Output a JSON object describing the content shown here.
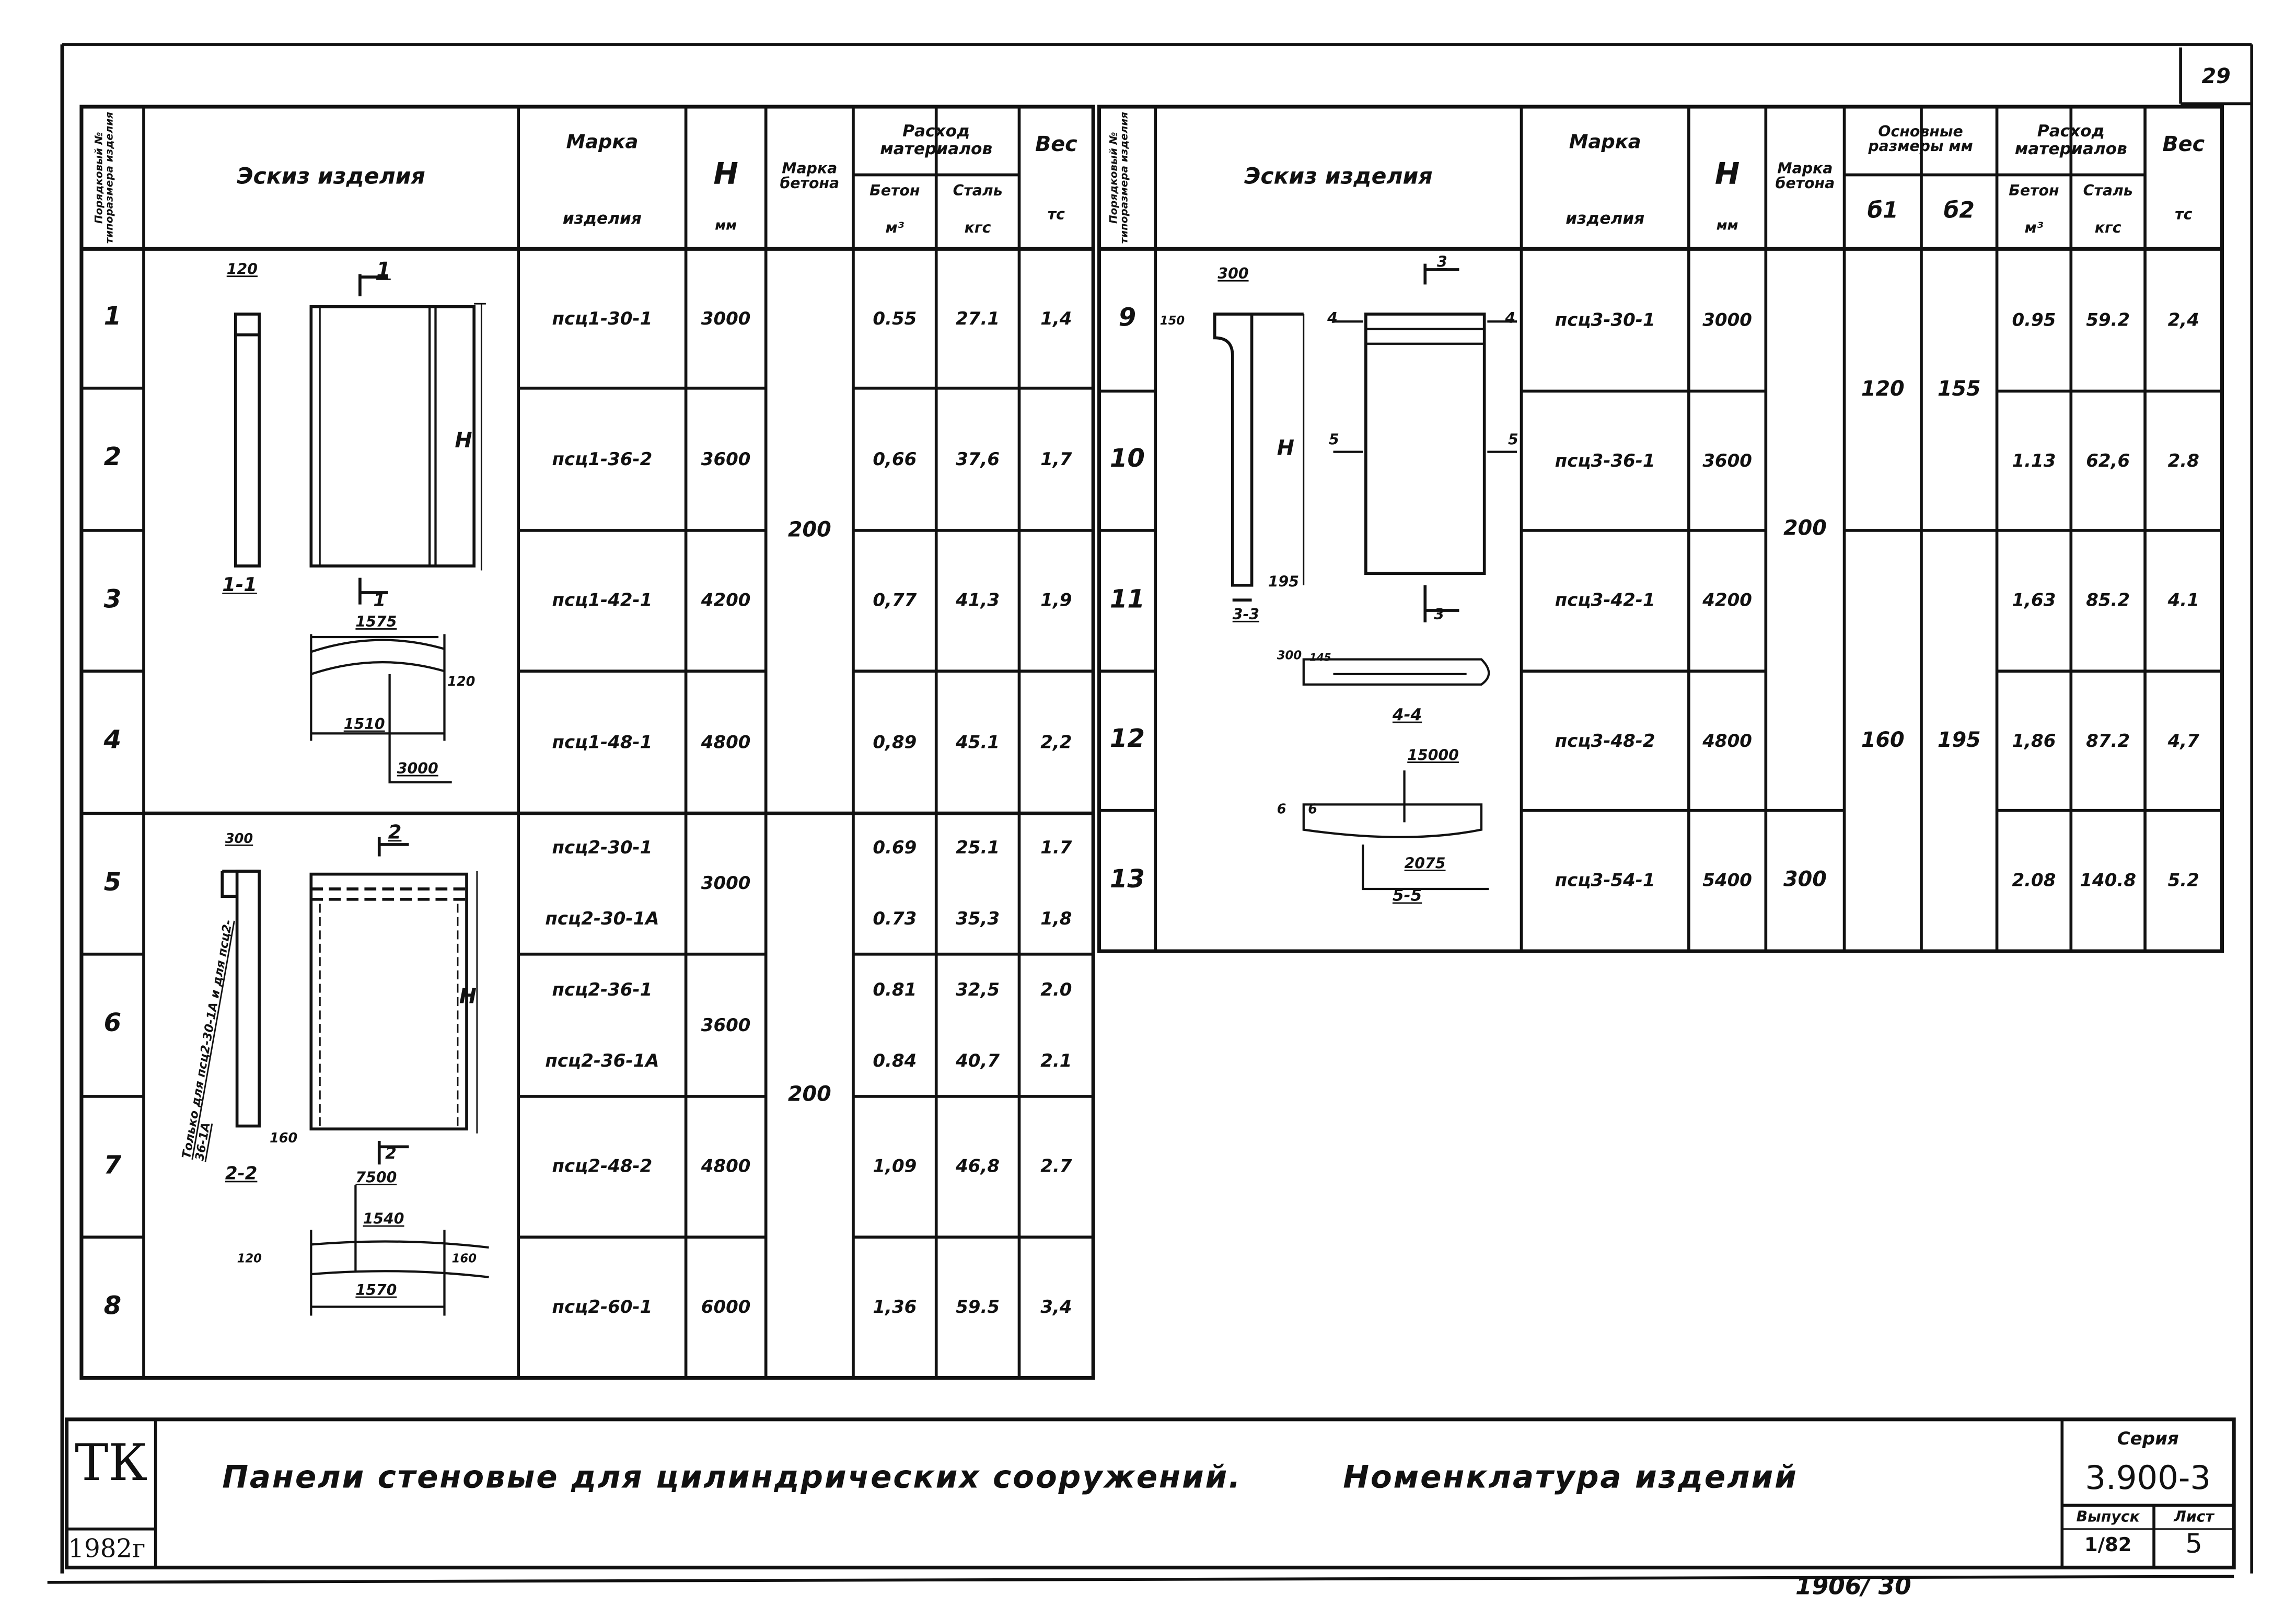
{
  "page_number": "29",
  "left_table": {
    "headers": {
      "seq_no": "Порядковый № типоразмера изделия",
      "sketch": "Эскиз изделия",
      "mark_top": "Марка",
      "mark_bottom": "изделия",
      "h": "H",
      "h_unit": "мм",
      "concrete_grade": "Марка бетона",
      "consumption": "Расход материалов",
      "concrete": "Бетон",
      "concrete_unit": "м³",
      "steel": "Сталь",
      "steel_unit": "кгс",
      "weight": "Вес",
      "weight_unit": "тс"
    },
    "rows": [
      {
        "no": "1",
        "mark": [
          "псц1-30-1"
        ],
        "h": "3000",
        "concrete": [
          "0.55"
        ],
        "steel": [
          "27.1"
        ],
        "weight": [
          "1,4"
        ]
      },
      {
        "no": "2",
        "mark": [
          "псц1-36-2"
        ],
        "h": "3600",
        "concrete": [
          "0,66"
        ],
        "steel": [
          "37,6"
        ],
        "weight": [
          "1,7"
        ]
      },
      {
        "no": "3",
        "mark": [
          "псц1-42-1"
        ],
        "h": "4200",
        "concrete": [
          "0,77"
        ],
        "steel": [
          "41,3"
        ],
        "weight": [
          "1,9"
        ]
      },
      {
        "no": "4",
        "mark": [
          "псц1-48-1"
        ],
        "h": "4800",
        "concrete": [
          "0,89"
        ],
        "steel": [
          "45.1"
        ],
        "weight": [
          "2,2"
        ]
      },
      {
        "no": "5",
        "mark": [
          "псц2-30-1",
          "псц2-30-1А"
        ],
        "h": "3000",
        "concrete": [
          "0.69",
          "0.73"
        ],
        "steel": [
          "25.1",
          "35,3"
        ],
        "weight": [
          "1.7",
          "1,8"
        ]
      },
      {
        "no": "6",
        "mark": [
          "псц2-36-1",
          "псц2-36-1А"
        ],
        "h": "3600",
        "concrete": [
          "0.81",
          "0.84"
        ],
        "steel": [
          "32,5",
          "40,7"
        ],
        "weight": [
          "2.0",
          "2.1"
        ]
      },
      {
        "no": "7",
        "mark": [
          "псц2-48-2"
        ],
        "h": "4800",
        "concrete": [
          "1,09"
        ],
        "steel": [
          "46,8"
        ],
        "weight": [
          "2.7"
        ]
      },
      {
        "no": "8",
        "mark": [
          "псц2-60-1"
        ],
        "h": "6000",
        "concrete": [
          "1,36"
        ],
        "steel": [
          "59.5"
        ],
        "weight": [
          "3,4"
        ]
      }
    ],
    "grade_groups": [
      "200",
      "200"
    ],
    "sketch1_labels": {
      "w": "120",
      "sec": "1",
      "sec_bottom": "1",
      "section": "1-1",
      "h": "H",
      "arc_top": "1575",
      "arc_bottom": "1510",
      "arc_t": "120",
      "radius": "3000"
    },
    "sketch2_labels": {
      "w": "300",
      "sec": "2",
      "sec_bottom": "2",
      "section": "2-2",
      "h": "H",
      "t": "160",
      "radius": "7500",
      "arc_top": "1540",
      "arc_bottom": "1570",
      "left_t": "120",
      "right_t": "160",
      "note": "Только для псц2-30-1А и для псц2-36-1А"
    }
  },
  "right_table": {
    "headers": {
      "seq_no": "Порядковый № типоразмера изделия",
      "sketch": "Эскиз изделия",
      "mark_top": "Марка",
      "mark_bottom": "изделия",
      "h": "H",
      "h_unit": "мм",
      "concrete_grade": "Марка бетона",
      "dims": "Основные размеры мм",
      "b1": "б1",
      "b2": "б2",
      "consumption": "Расход материалов",
      "concrete": "Бетон",
      "concrete_unit": "м³",
      "steel": "Сталь",
      "steel_unit": "кгс",
      "weight": "Вес",
      "weight_unit": "тс"
    },
    "rows": [
      {
        "no": "9",
        "mark": "псц3-30-1",
        "h": "3000",
        "concrete": "0.95",
        "steel": "59.2",
        "weight": "2,4"
      },
      {
        "no": "10",
        "mark": "псц3-36-1",
        "h": "3600",
        "concrete": "1.13",
        "steel": "62,6",
        "weight": "2.8"
      },
      {
        "no": "11",
        "mark": "псц3-42-1",
        "h": "4200",
        "concrete": "1,63",
        "steel": "85.2",
        "weight": "4.1"
      },
      {
        "no": "12",
        "mark": "псц3-48-2",
        "h": "4800",
        "concrete": "1,86",
        "steel": "87.2",
        "weight": "4,7"
      },
      {
        "no": "13",
        "mark": "псц3-54-1",
        "h": "5400",
        "concrete": "2.08",
        "steel": "140.8",
        "weight": "5.2"
      }
    ],
    "grade_main": "200",
    "grade_last": "300",
    "dims_groups": [
      {
        "b1": "120",
        "b2": "155"
      },
      {
        "b1": "160",
        "b2": "195"
      }
    ],
    "sketch_labels": {
      "w": "300",
      "top": "150",
      "sec": "3",
      "sec_bottom": "3",
      "s4a": "4",
      "s4b": "4",
      "s5a": "5",
      "s5b": "5",
      "h": "H",
      "bottom": "195",
      "section3": "3-3",
      "d1": "300",
      "d2": "145",
      "section4": "4-4",
      "radius": "15000",
      "arc": "2075",
      "section5": "5-5",
      "d3": "6",
      "d4": "6"
    }
  },
  "title_block": {
    "org": "ТК",
    "year": "1982г",
    "title_parts": [
      "Панели стеновые для цилиндрических сооружений.",
      "Номенклатура изделий"
    ],
    "series_label": "Серия",
    "series": "3.900-3",
    "issue_label": "Выпуск",
    "issue": "1/82",
    "sheet_label": "Лист",
    "sheet": "5"
  },
  "footer_number": "1906/ 30"
}
